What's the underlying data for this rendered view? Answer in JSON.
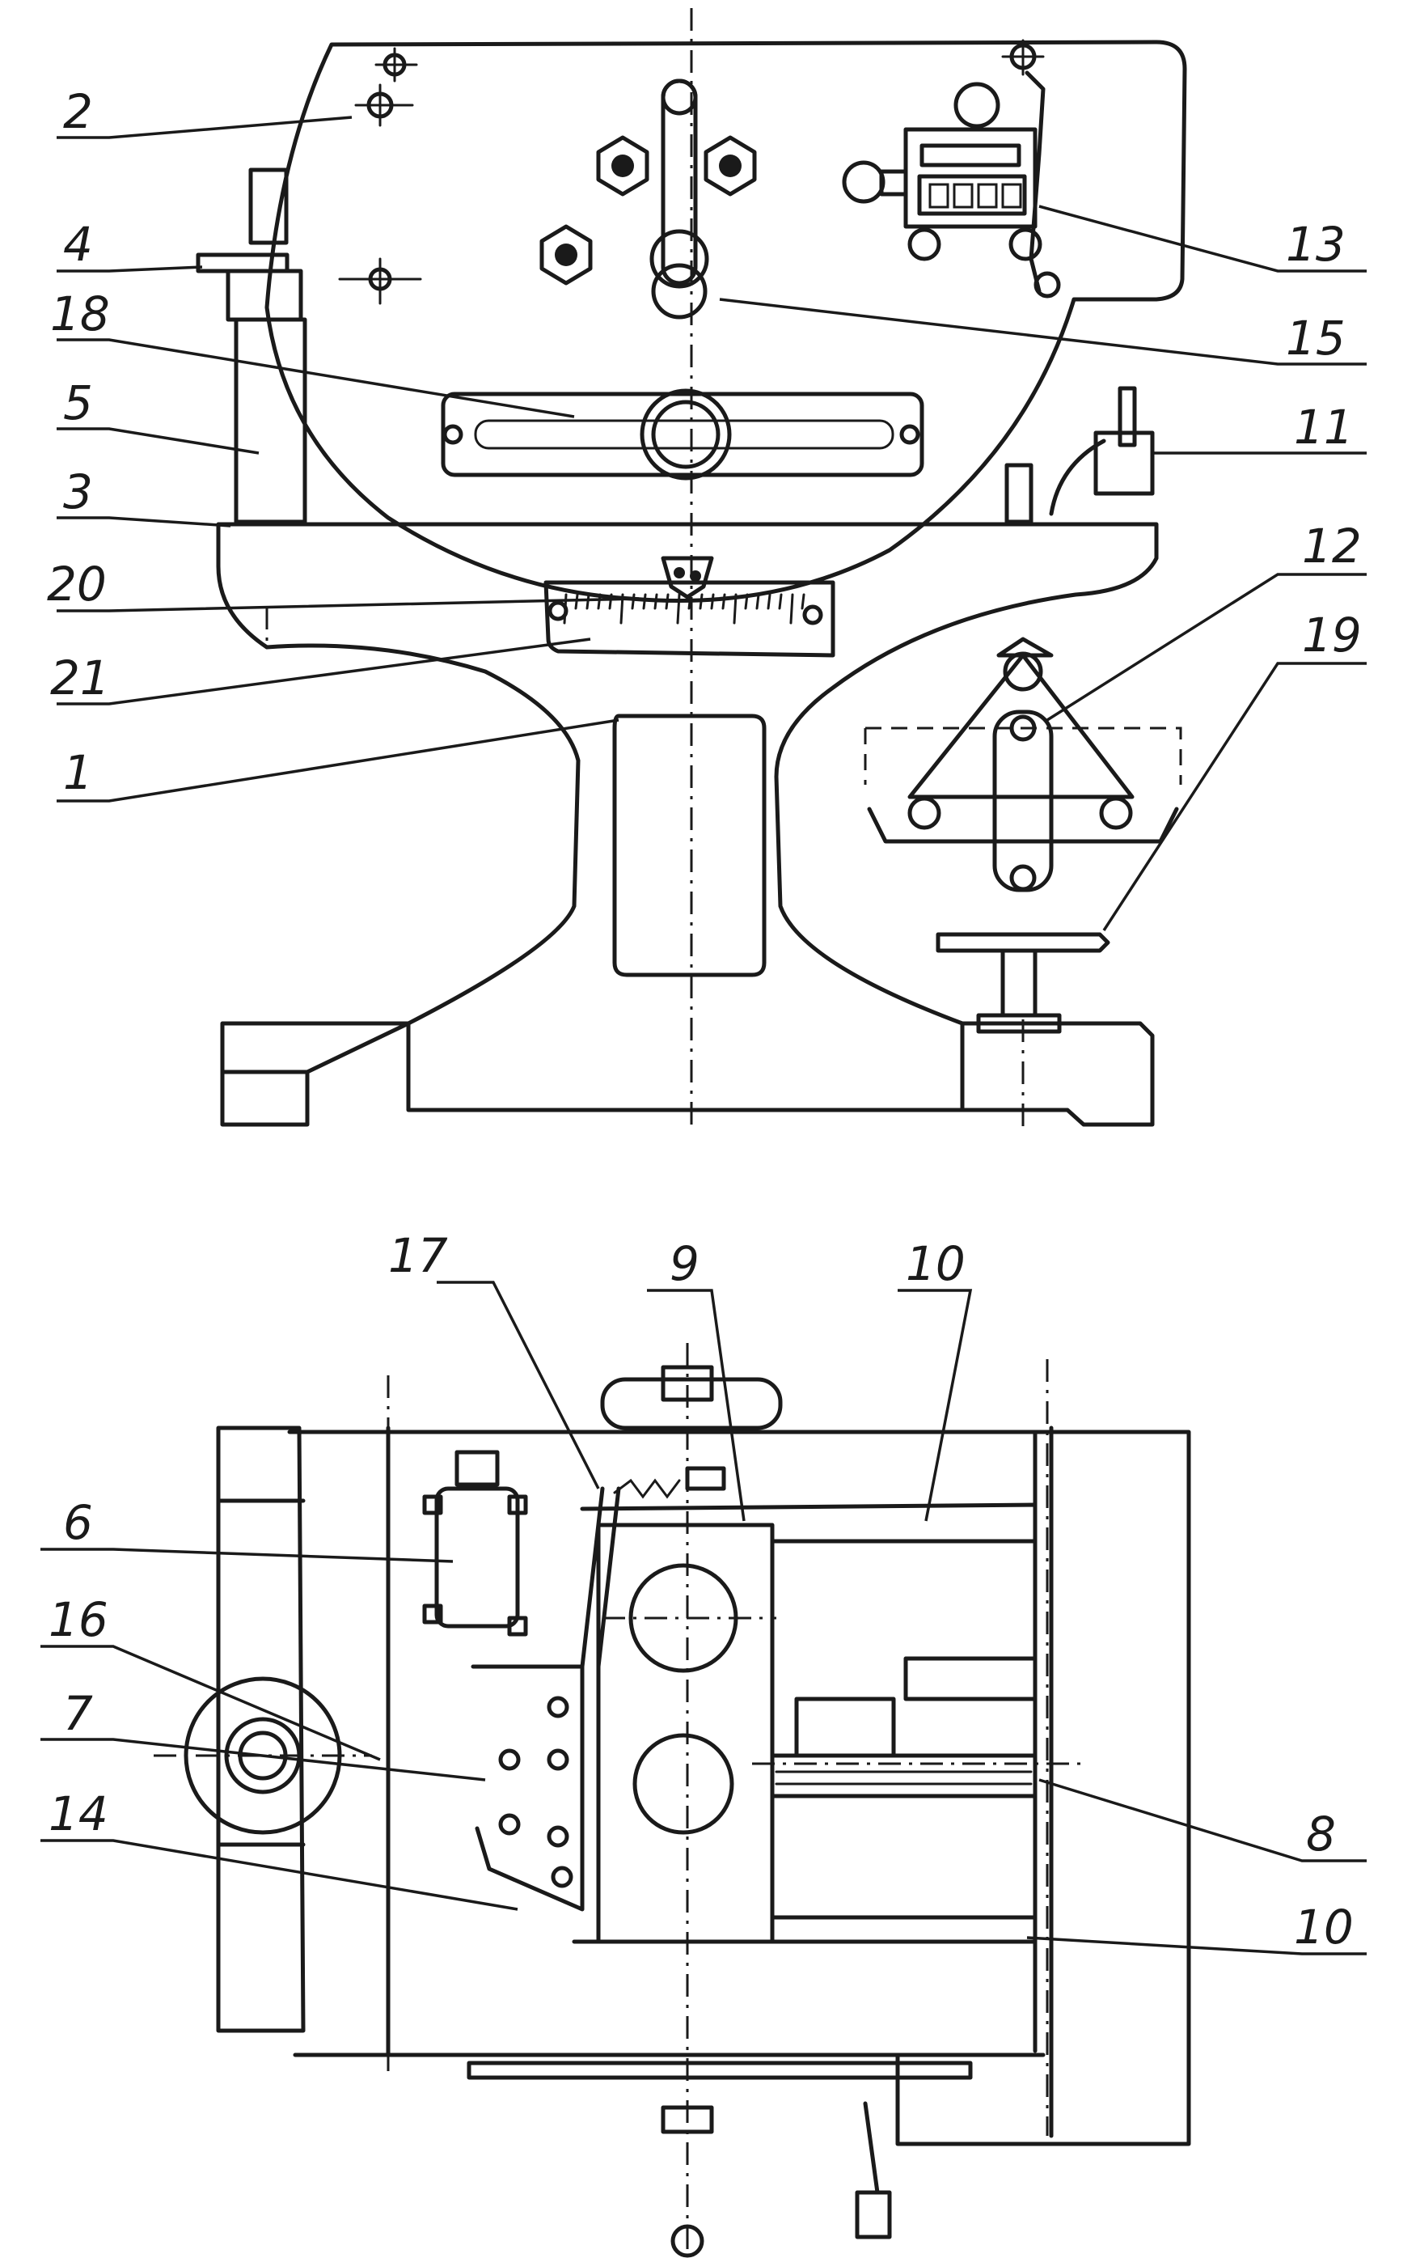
{
  "labels": {
    "upper_left": [
      "2",
      "4",
      "18",
      "5",
      "3",
      "20",
      "21",
      "1"
    ],
    "upper_right": [
      "13",
      "15",
      "11",
      "12",
      "19"
    ],
    "lower_top": [
      "17",
      "9",
      "10"
    ],
    "lower_left": [
      "6",
      "16",
      "7",
      "14"
    ],
    "lower_right": [
      "8",
      "10"
    ]
  }
}
